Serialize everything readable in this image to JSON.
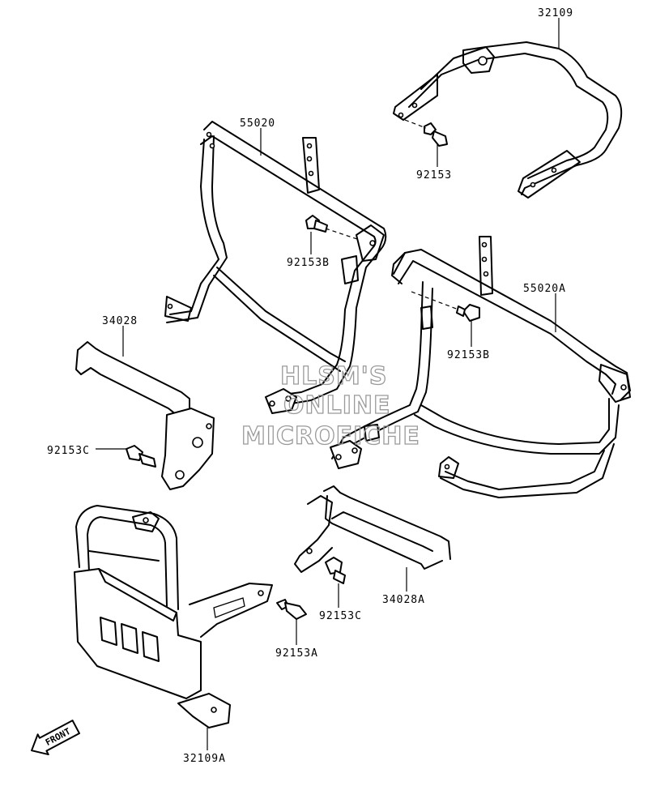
{
  "watermark": {
    "line1": "HLSM'S",
    "line2": "ONLINE",
    "line3": "MICROFICHE"
  },
  "labels": {
    "p32109": "32109",
    "p92153": "92153",
    "p55020": "55020",
    "p92153B_left": "92153B",
    "p55020A": "55020A",
    "p92153B_right": "92153B",
    "p34028": "34028",
    "p92153C_left": "92153C",
    "p92153C_right": "92153C",
    "p34028A": "34028A",
    "p92153A": "92153A",
    "p32109A": "32109A"
  },
  "front_arrow": "FRONT"
}
